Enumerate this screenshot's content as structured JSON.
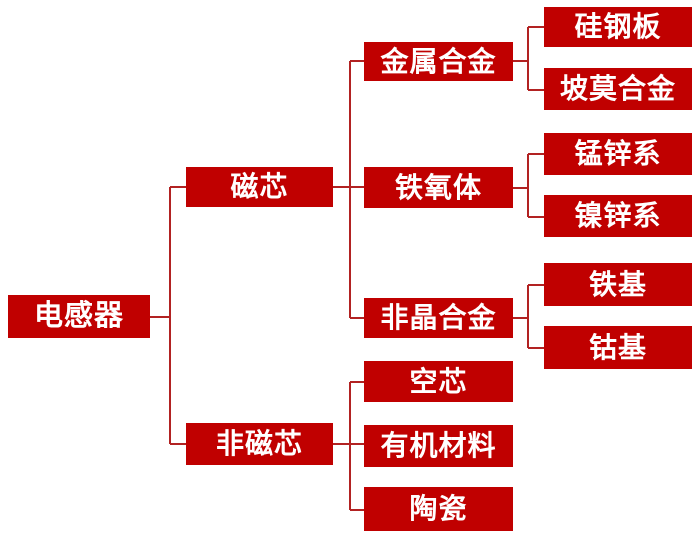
{
  "diagram_type": "hierarchy-tree",
  "tree": {
    "root": {
      "label": "电感器",
      "children": [
        {
          "label": "磁芯",
          "children": [
            {
              "label": "金属合金",
              "children": [
                {
                  "label": "硅钢板"
                },
                {
                  "label": "坡莫合金"
                }
              ]
            },
            {
              "label": "铁氧体",
              "children": [
                {
                  "label": "锰锌系"
                },
                {
                  "label": "镍锌系"
                }
              ]
            },
            {
              "label": "非晶合金",
              "children": [
                {
                  "label": "铁基"
                },
                {
                  "label": "钴基"
                }
              ]
            }
          ]
        },
        {
          "label": "非磁芯",
          "children": [
            {
              "label": "空芯"
            },
            {
              "label": "有机材料"
            },
            {
              "label": "陶瓷"
            }
          ]
        }
      ]
    }
  },
  "colors": {
    "node_fill": "#c00000",
    "node_text": "#ffffff",
    "connector": "#b22222",
    "page_bg": "#ffffff"
  }
}
